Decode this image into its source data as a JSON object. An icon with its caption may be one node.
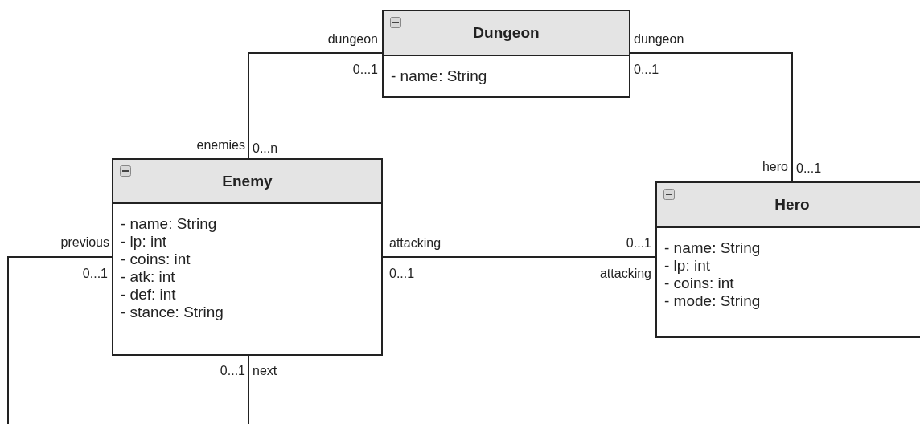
{
  "diagram": {
    "nodes": [
      {
        "text": [
          "Dungeon",
          "- name: String"
        ]
      },
      {
        "text": [
          "Enemy",
          "- name: String",
          "- lp: int",
          "- coins: int",
          "- atk: int",
          "- def: int",
          "- stance: String"
        ]
      },
      {
        "text": [
          "Hero",
          "- name: String",
          "- lp: int",
          "- coins: int",
          "- mode: String"
        ]
      }
    ],
    "edges": [
      {
        "from": 0,
        "to": 1,
        "arrow": "none"
      },
      {
        "from": 0,
        "to": 2,
        "arrow": "none"
      },
      {
        "from": 1,
        "to": 2,
        "arrow": "none"
      },
      {
        "from": 1,
        "to": 1,
        "arrow": "none"
      }
    ],
    "labels": [
      "dungeon",
      "dungeon",
      "0...1",
      "0...1",
      "enemies",
      "0...n",
      "hero",
      "0...1",
      "previous",
      "attacking",
      "0...1",
      "0...1",
      "0...1",
      "attacking",
      "0...1",
      "next"
    ]
  }
}
